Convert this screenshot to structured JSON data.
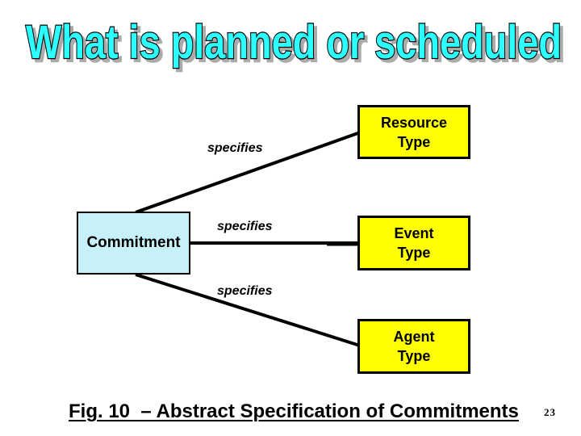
{
  "slide": {
    "title": "What is planned or scheduled",
    "caption": "Fig. 10  – Abstract Specification of Commitments",
    "page_number": "23"
  },
  "diagram": {
    "source_node": {
      "label": "Commitment"
    },
    "target_nodes": [
      {
        "label": "Resource\nType"
      },
      {
        "label": "Event\nType"
      },
      {
        "label": "Agent\nType"
      }
    ],
    "edge_labels": [
      "specifies",
      "specifies",
      "specifies"
    ]
  },
  "colors": {
    "title_fill": "#2bffff",
    "title_outline": "#000000",
    "title_shadow": "#ababab",
    "target_node_fill": "#ffff00",
    "source_node_fill": "#c8f0f8",
    "node_border": "#000000",
    "connector_line": "#000000",
    "text": "#000000",
    "background": "#ffffff"
  }
}
